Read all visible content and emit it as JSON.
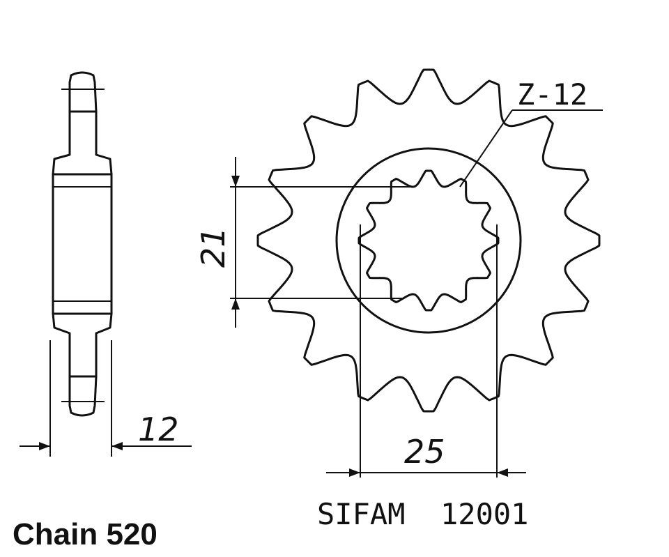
{
  "diagram": {
    "teeth_label": "Z-12",
    "dimensions": {
      "height": "21",
      "width": "25",
      "thickness": "12"
    },
    "part_label": "SIFAM  12001",
    "chain_label": "Chain 520"
  }
}
